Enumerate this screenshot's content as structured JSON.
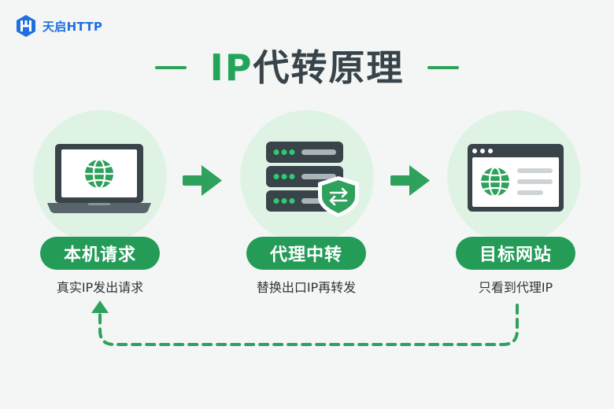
{
  "brand": {
    "name": "天启HTTP"
  },
  "title": {
    "accent": "IP",
    "rest": "代转原理"
  },
  "nodes": [
    {
      "label": "本机请求",
      "description": "真实IP发出请求",
      "icon": "laptop-globe-icon"
    },
    {
      "label": "代理中转",
      "description": "替换出口IP再转发",
      "icon": "server-shield-icon"
    },
    {
      "label": "目标网站",
      "description": "只看到代理IP",
      "icon": "browser-globe-icon"
    }
  ],
  "colors": {
    "primary_green": "#249c58",
    "light_green": "#dff3e5",
    "dark": "#38434a",
    "brand_blue": "#1f6fe0"
  }
}
